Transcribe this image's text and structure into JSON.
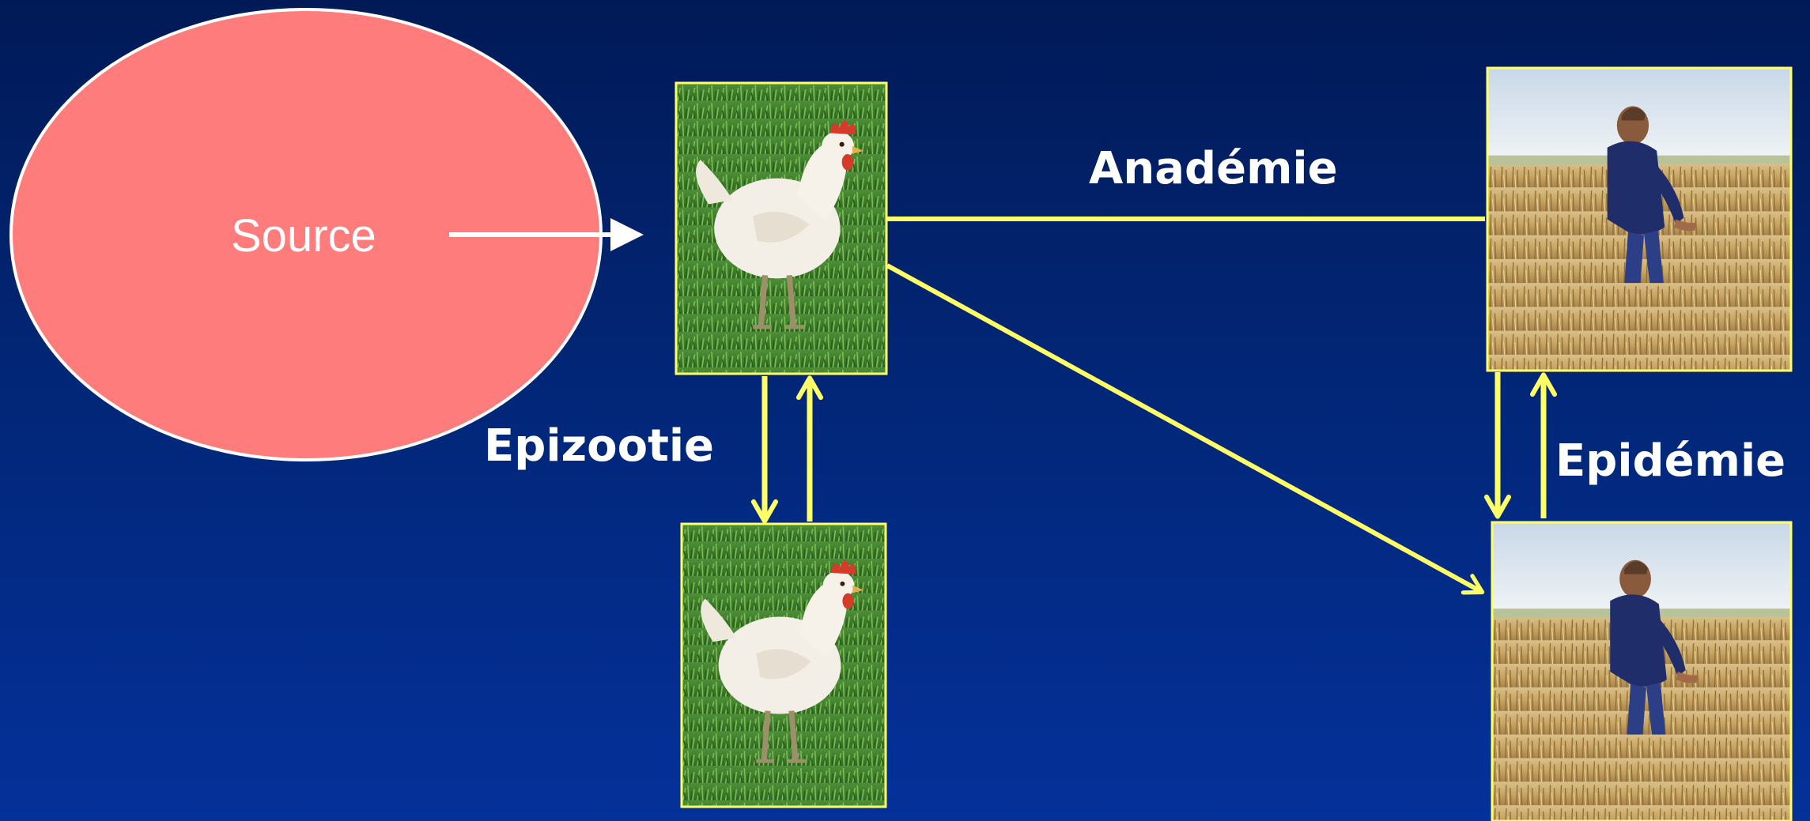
{
  "diagram": {
    "source_label": "Source",
    "labels": {
      "epizootie": "Epizootie",
      "anademie": "Anadémie",
      "epidemie": "Epidémie"
    },
    "images": {
      "chicken": "chicken-photo",
      "human": "farmer-in-wheat-field-photo"
    },
    "colors": {
      "background_top": "#011a57",
      "background_bottom": "#04319a",
      "source_fill": "#fe7c7c",
      "arrow_yellow": "#ffff66",
      "arrow_white": "#ffffff",
      "frame_yellow": "#ffff66"
    }
  }
}
